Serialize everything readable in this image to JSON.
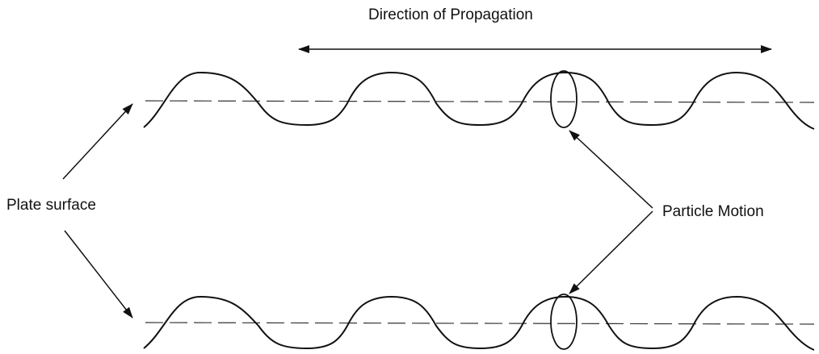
{
  "labels": {
    "direction": "Direction of Propagation",
    "plate_surface": "Plate surface",
    "particle_motion": "Particle Motion"
  },
  "colors": {
    "ink": "#111111",
    "background": "#ffffff"
  }
}
